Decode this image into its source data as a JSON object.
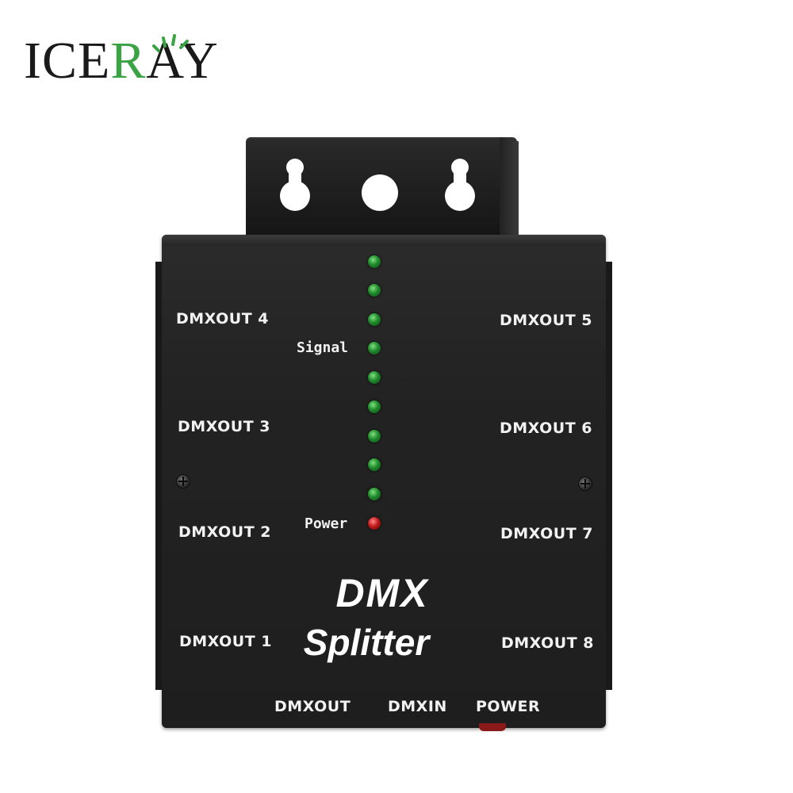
{
  "brand": {
    "logo_text_before": "ICE",
    "logo_text_accent": "R",
    "logo_text_after": "AY",
    "brand_color": "#3aa344",
    "text_color": "#1a1a1a"
  },
  "device": {
    "body_color": "#1f1f1f",
    "title_line1": "DMX",
    "title_line2": "Splitter",
    "left_ports": [
      "DMXOUT 4",
      "DMXOUT 3",
      "DMXOUT 2",
      "DMXOUT 1"
    ],
    "right_ports": [
      "DMXOUT 5",
      "DMXOUT 6",
      "DMXOUT 7",
      "DMXOUT 8"
    ],
    "bottom_ports": [
      "DMXOUT",
      "DMXIN",
      "POWER"
    ],
    "signal_label": "Signal",
    "power_label": "Power",
    "signal_led_count": 9,
    "signal_led_color": "green",
    "power_led_color": "red"
  }
}
